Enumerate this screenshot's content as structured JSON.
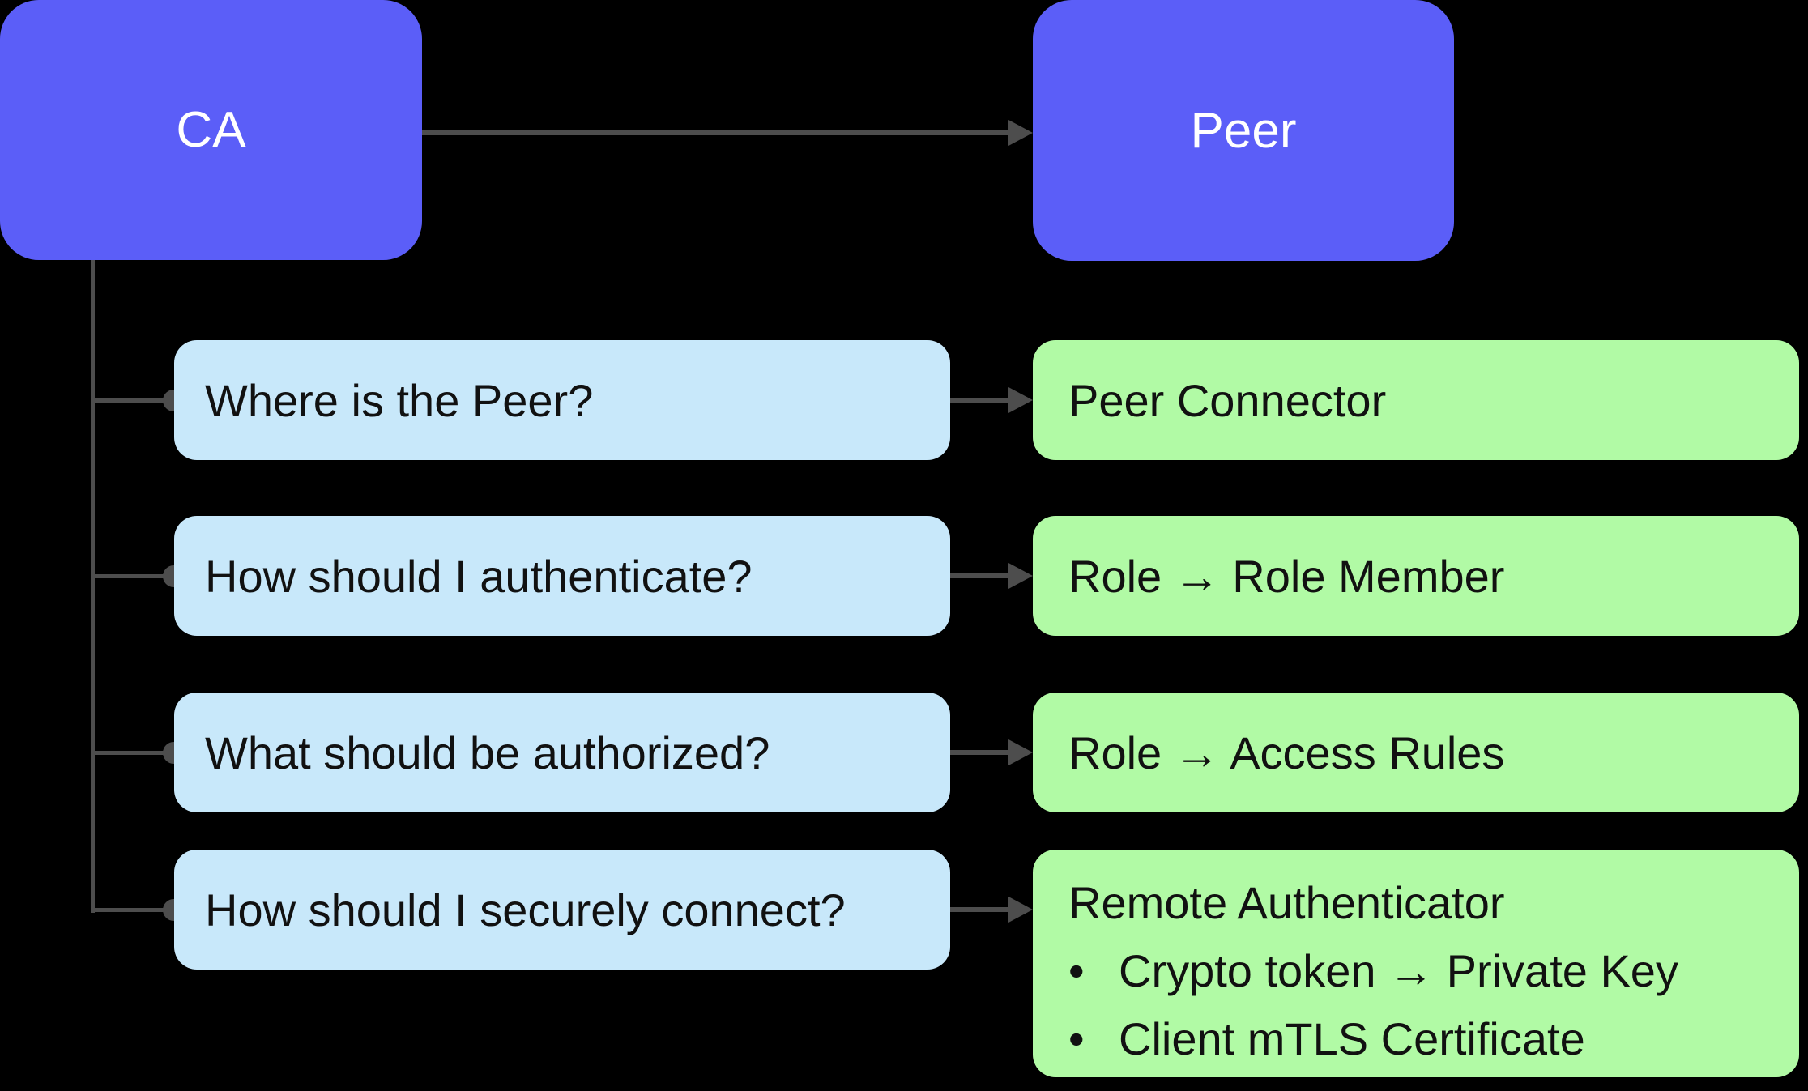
{
  "nodes": {
    "ca": {
      "label": "CA"
    },
    "peer": {
      "label": "Peer"
    }
  },
  "rows": [
    {
      "question": "Where is the Peer?",
      "answer": "Peer Connector"
    },
    {
      "question": "How should I authenticate?",
      "answer": "Role → Role Member"
    },
    {
      "question": "What should be authorized?",
      "answer": "Role → Access Rules"
    },
    {
      "question": "How should I securely connect?",
      "answer": "Remote Authenticator",
      "answer_bullets": [
        "Crypto token → Private Key",
        "Client mTLS Certificate"
      ]
    }
  ],
  "bullet_char": "•",
  "colors": {
    "node_primary": "#5B5EF8",
    "node_question": "#C8E8FA",
    "node_answer": "#B1FAA5",
    "connector": "#4D4D4D",
    "background": "#000000"
  }
}
